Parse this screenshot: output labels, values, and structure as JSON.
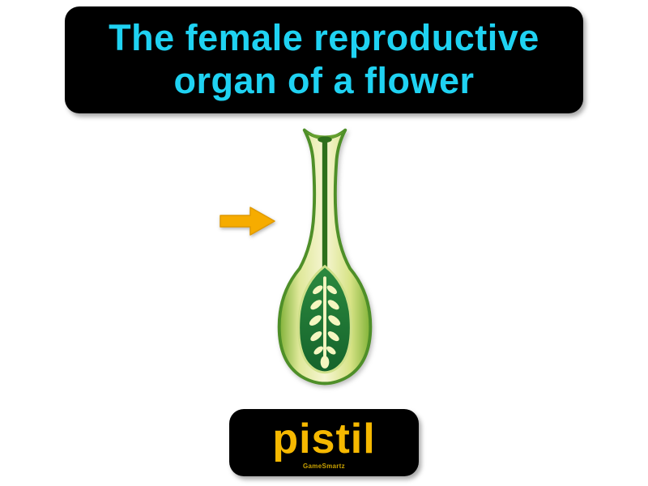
{
  "card": {
    "definition": {
      "line1": "The female reproductive",
      "line2": "organ of a flower"
    },
    "term": "pistil",
    "watermark": "GameSmartz"
  },
  "icons": {
    "arrow": "arrow-right-icon",
    "illustration": "pistil-cross-section-illustration"
  },
  "colors": {
    "background": "#ffffff",
    "box_background": "#000000",
    "definition_text": "#1fd2f2",
    "term_text": "#f6b800",
    "arrow_fill": "#f6ac00",
    "pistil_outline": "#4e8f28",
    "pistil_body": "#f2f3c8",
    "style_canal": "#2e6f1c",
    "ovary_fill": "#1e7a35",
    "ovule_fill": "#f5f6c0"
  }
}
